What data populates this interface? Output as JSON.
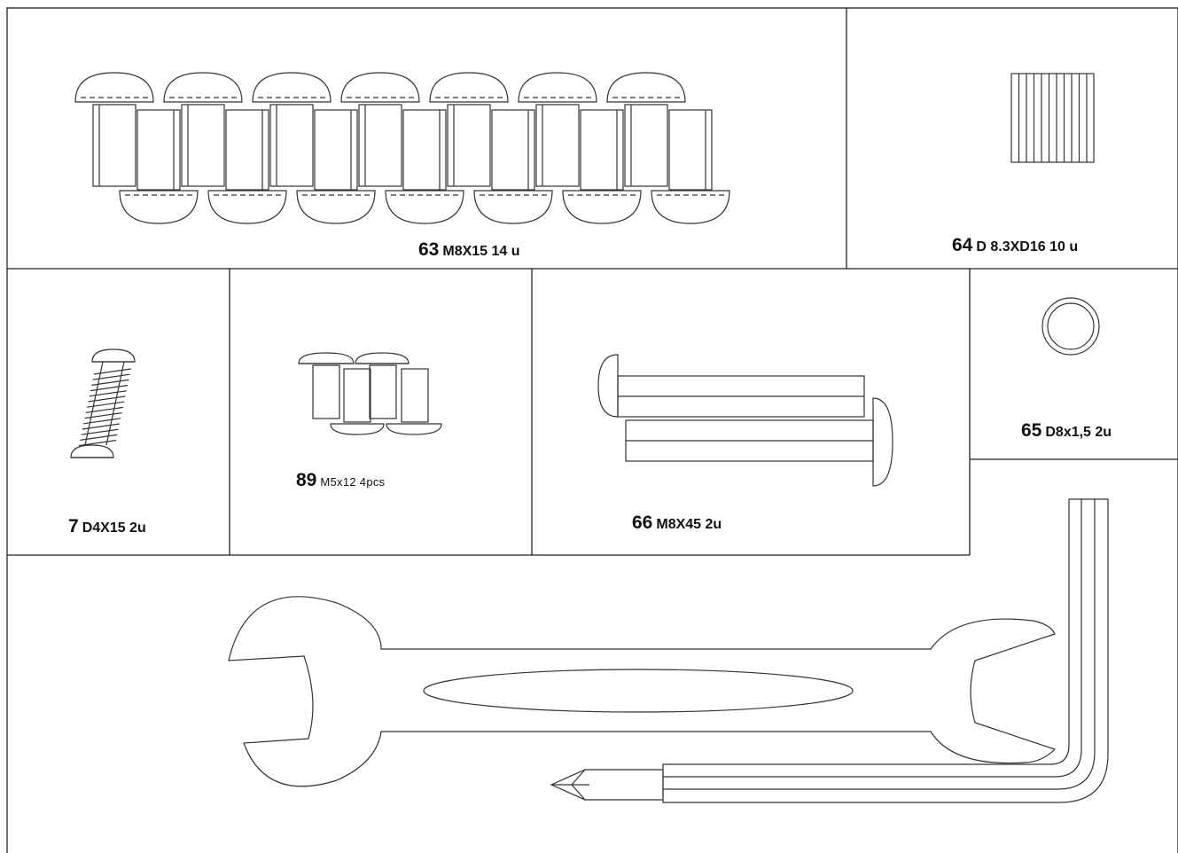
{
  "parts": [
    {
      "id": "63",
      "number": "63",
      "spec": "M8X15  14 u"
    },
    {
      "id": "64",
      "number": "64",
      "spec": "D 8.3XD16  10 u"
    },
    {
      "id": "7",
      "number": "7",
      "spec": "D4X15 2u"
    },
    {
      "id": "89",
      "number": "89",
      "spec": "M5x12  4pcs"
    },
    {
      "id": "66",
      "number": "66",
      "spec": "M8X45  2u"
    },
    {
      "id": "65",
      "number": "65",
      "spec": "D8x1,5  2u"
    }
  ],
  "tools": [
    "open-end-wrench",
    "allen-key",
    "screwdriver-bit"
  ],
  "colors": {
    "line": "#333333",
    "background": "#ffffff"
  }
}
